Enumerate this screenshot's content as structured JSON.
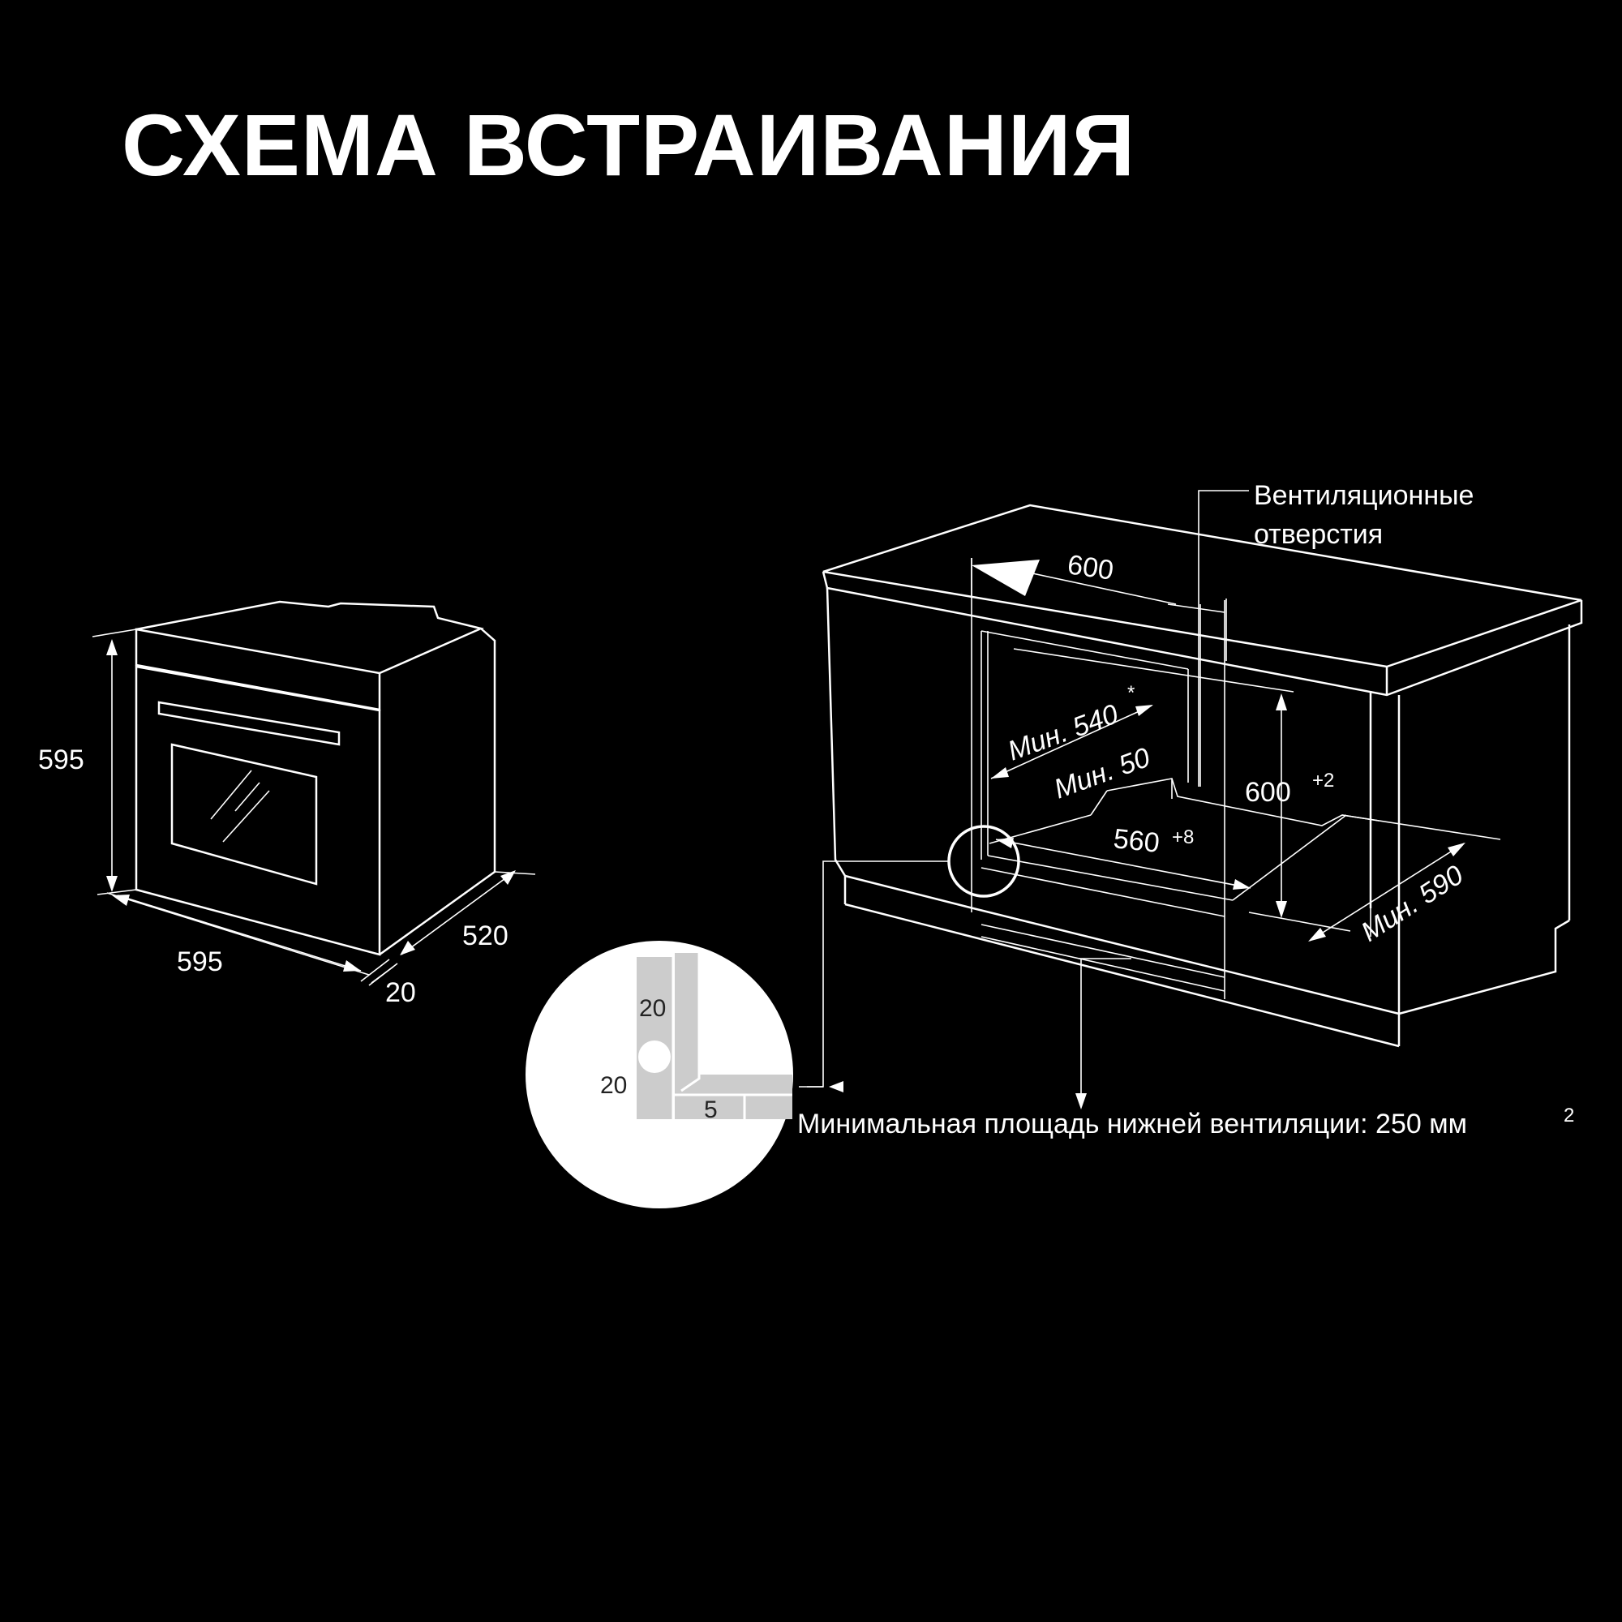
{
  "title": "СХЕМА ВСТРАИВАНИЯ",
  "oven": {
    "height": "595",
    "width": "595",
    "depth": "520",
    "door_offset": "20"
  },
  "niche": {
    "counter_depth": "600",
    "ventilation_label_line1": "Вентиляционные",
    "ventilation_label_line2": "отверстия",
    "min_depth": "Мин. 540",
    "min_depth_mark": "*",
    "min_gap": "Мин. 50",
    "height": "600",
    "height_tol": "+2",
    "width": "560",
    "width_tol": "+8",
    "min_cabinet_depth": "Мин. 590"
  },
  "detail": {
    "top": "20",
    "left": "20",
    "bottom": "5"
  },
  "bottom_vent_note": "Минимальная площадь нижней вентиляции: 250 мм",
  "bottom_vent_unit_sup": "2"
}
